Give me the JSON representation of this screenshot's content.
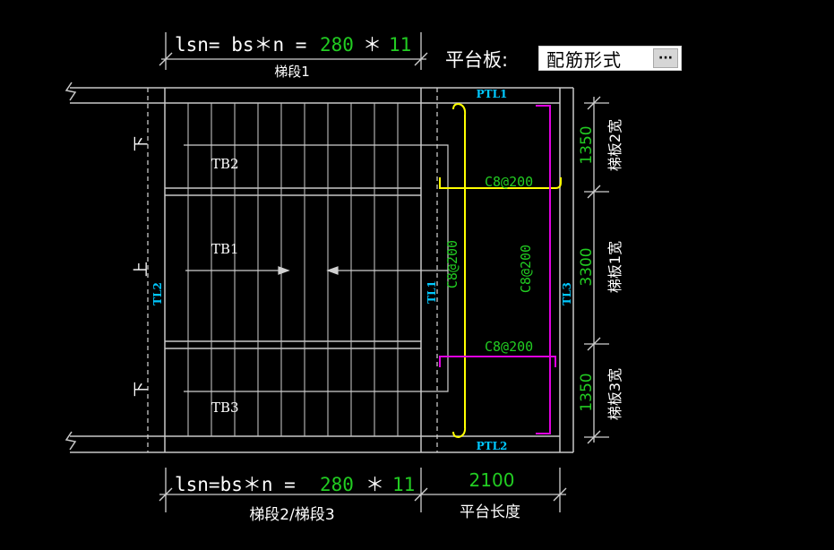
{
  "header": {
    "label": "平台板:",
    "value": "配筋形式",
    "button": "···"
  },
  "top_dim": {
    "formula": "lsn= bs＊n =",
    "bs": "280",
    "op": "＊",
    "n": "11",
    "name": "梯段1"
  },
  "bottom_dim": {
    "formula": "lsn=bs＊n =",
    "bs": "280",
    "op": "＊",
    "n": "11",
    "name": "梯段2/梯段3"
  },
  "platform_dim": {
    "value": "2100",
    "name": "平台长度"
  },
  "right_dims": [
    {
      "value": "1350",
      "name": "梯板2宽"
    },
    {
      "value": "3300",
      "name": "梯板1宽"
    },
    {
      "value": "1350",
      "name": "梯板3宽"
    }
  ],
  "labels": {
    "tb2": "TB2",
    "tb1": "TB1",
    "tb3": "TB3",
    "tl1": "TL1",
    "tl2": "TL2",
    "tl3": "TL3",
    "ptl1": "PTL1",
    "ptl2": "PTL2",
    "down_top": "下",
    "up": "上",
    "down_bottom": "下"
  },
  "rebar": {
    "top": "C8@200",
    "left": "C8@200",
    "right": "C8@200",
    "bottom": "C8@200"
  },
  "colors": {
    "line": "#c8c8c8",
    "green": "#22cc22",
    "cyan": "#00c8ff",
    "yellow": "#ffff00",
    "magenta": "#e000e0",
    "white": "#ffffff"
  }
}
